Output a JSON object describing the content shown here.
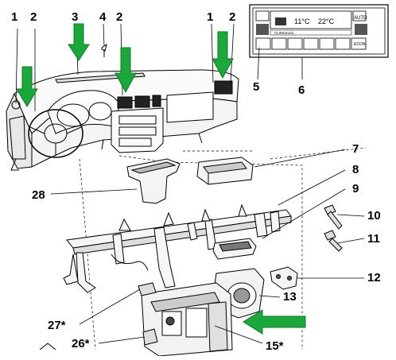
{
  "callouts": {
    "c1_left": "1",
    "c2_left": "2",
    "c3": "3",
    "c4": "4",
    "c2_mid": "2",
    "c1_right": "1",
    "c2_right": "2",
    "c5": "5",
    "c6": "6",
    "c7": "7",
    "c8": "8",
    "c9": "9",
    "c10": "10",
    "c11": "11",
    "c12": "12",
    "c13": "13",
    "c28": "28",
    "c27": "27*",
    "c26": "26*",
    "c15": "15*"
  },
  "control_panel": {
    "temp_left": "11°C",
    "temp_right": "22°C",
    "auto_label": "AUTO",
    "brand": "CLIMAtronic",
    "eco_label": "ECON"
  },
  "colors": {
    "arrow_green": "#1aa83a",
    "line_black": "#000000",
    "background": "#ffffff"
  }
}
